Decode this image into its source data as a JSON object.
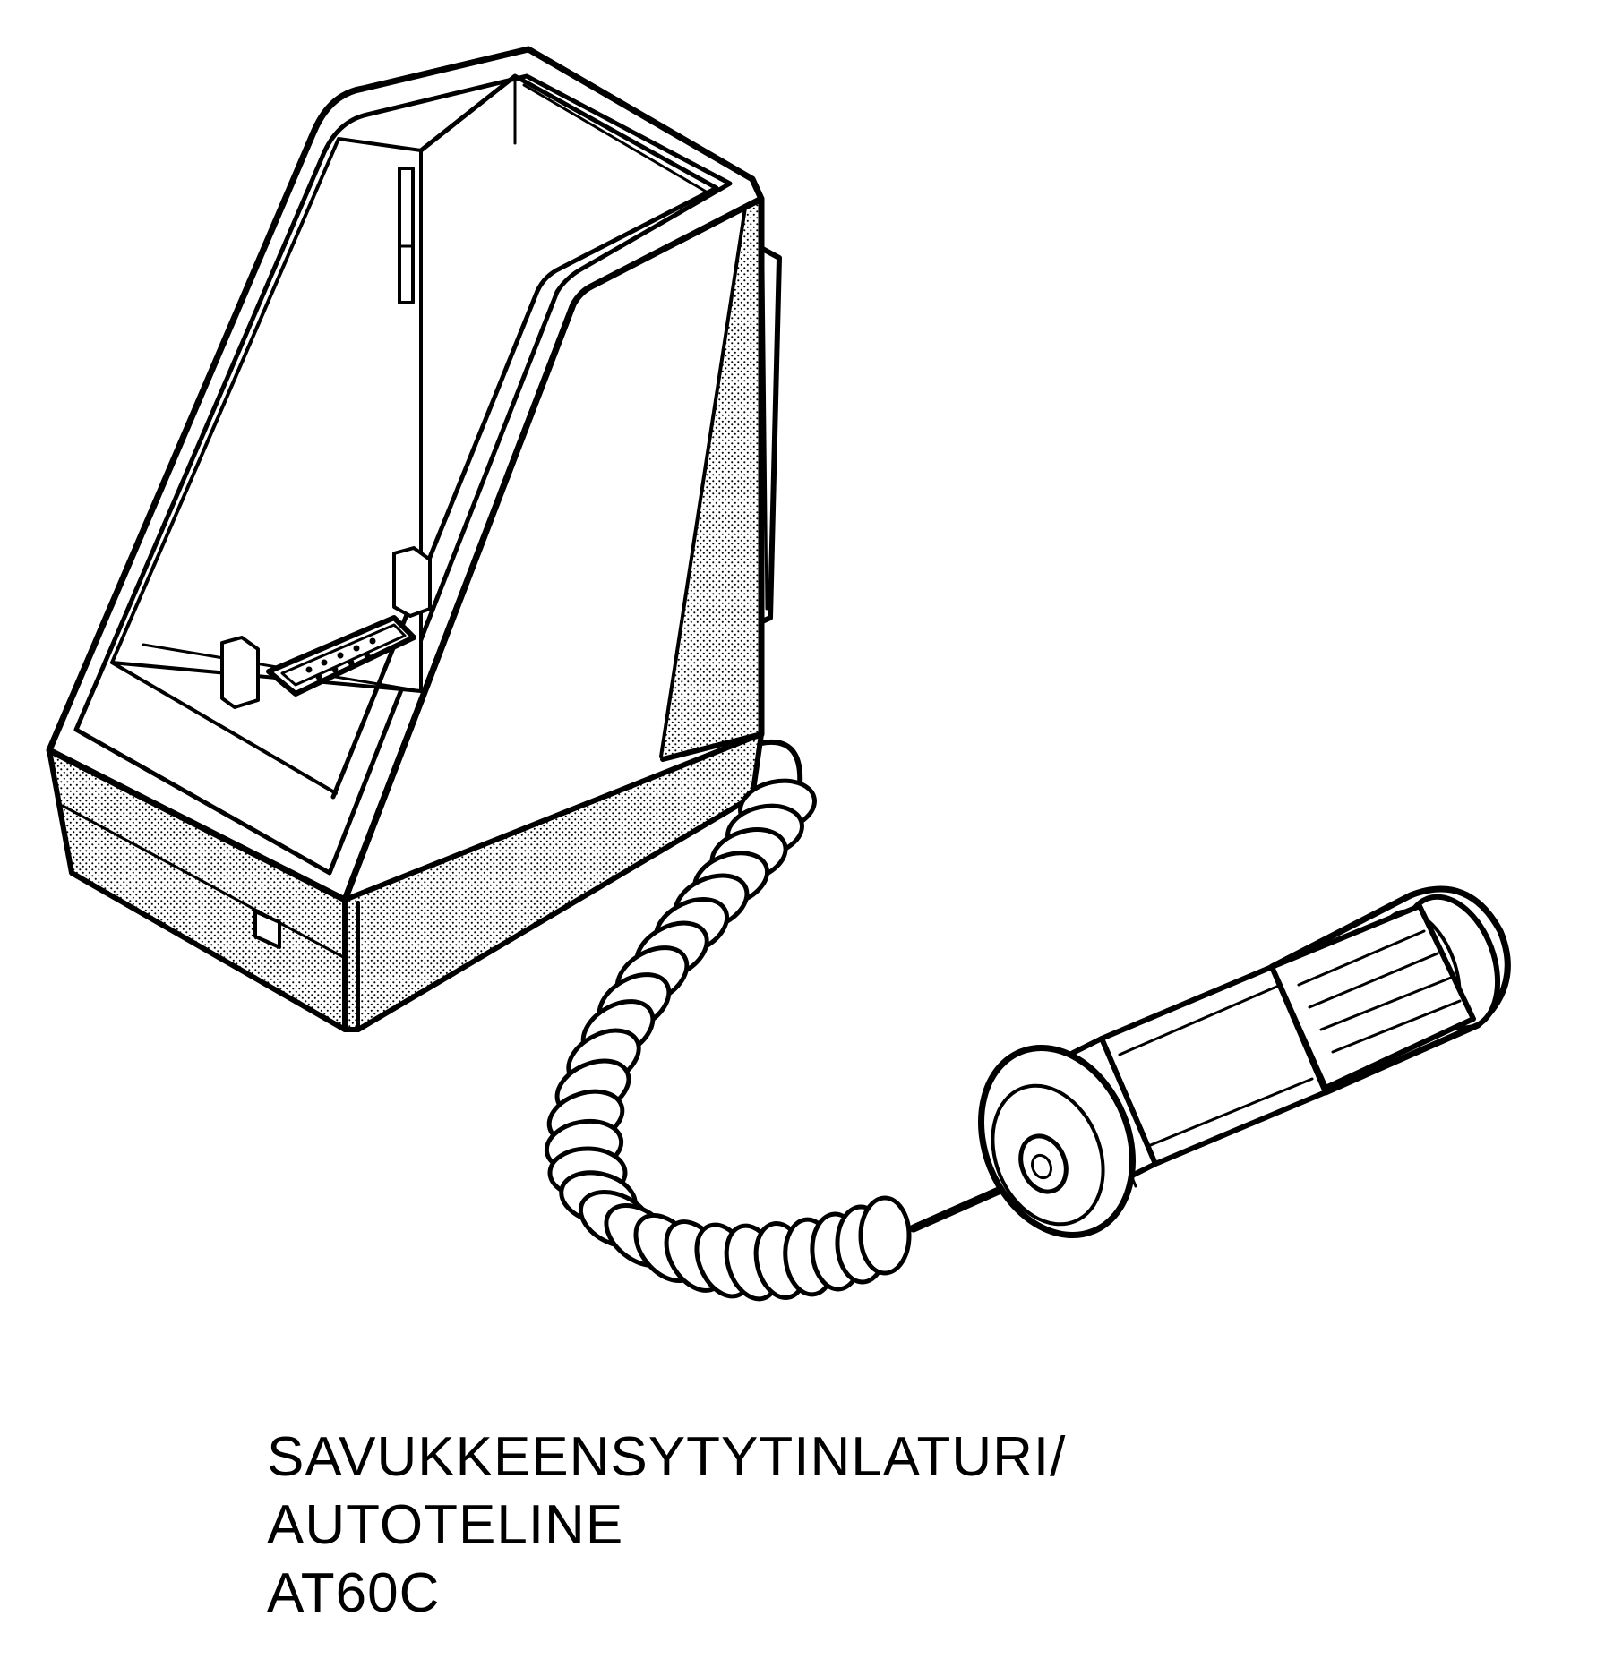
{
  "caption": {
    "line1": "SAVUKKEENSYTYTINLATURI/",
    "line2": "AUTOTELINE",
    "line3": "AT60C"
  },
  "colors": {
    "ink": "#000000",
    "paper": "#ffffff"
  },
  "icons": {
    "cradle": "car-holder-cradle-icon",
    "connector": "d-sub-connector-icon",
    "cord": "coiled-cord-icon",
    "plug": "cigarette-lighter-plug-icon"
  }
}
